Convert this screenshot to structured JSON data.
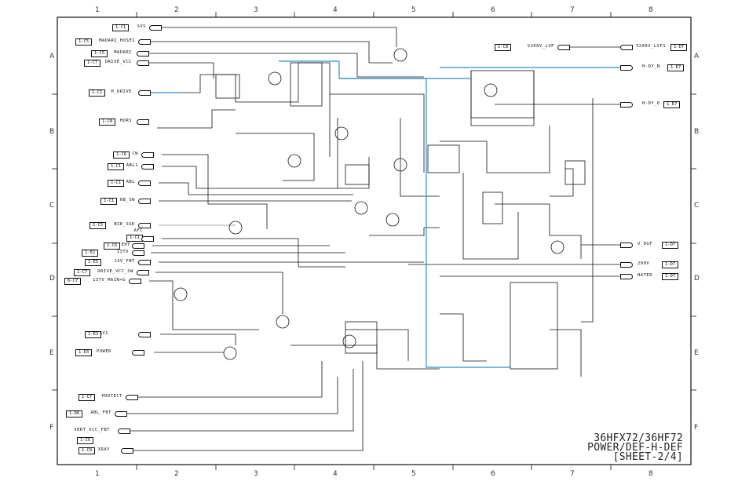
{
  "sheet": {
    "columns": [
      "1",
      "2",
      "3",
      "4",
      "5",
      "6",
      "7",
      "8"
    ],
    "rows": [
      "A",
      "B",
      "C",
      "D",
      "E",
      "F"
    ],
    "title_line1": "36HFX72/36HF72",
    "title_line2": "POWER/DEF-H-DEF",
    "title_line3": "[SHEET-2/4]"
  },
  "left_connectors": [
    {
      "ref": "1-C1",
      "label": "SVS"
    },
    {
      "ref": "1-C5",
      "label": "MADARI_HOSEI"
    },
    {
      "ref": "1-C5",
      "label": "MADARI"
    },
    {
      "ref": "1-C7",
      "label": "DRIVE_VCC"
    },
    {
      "ref": "1-C1",
      "label": "H_DRIVE"
    },
    {
      "ref": "1-C8",
      "label": "HORS"
    },
    {
      "ref": "1-C6",
      "label": "CW"
    },
    {
      "ref": "1-C1",
      "label": "ABL1"
    },
    {
      "ref": "1-C1",
      "label": "ABL"
    },
    {
      "ref": "1-C1",
      "label": "HB_SW"
    },
    {
      "ref": "1-C5",
      "label": "BIK_SSK"
    },
    {
      "ref": "1-C1",
      "label": "AFC"
    },
    {
      "ref": "1-C6",
      "label": "EHT"
    },
    {
      "ref": "1-E2",
      "label": "13TV"
    },
    {
      "ref": "1-E5",
      "label": "13V_FBT"
    },
    {
      "ref": "1-C7",
      "label": "DRIVE_VCC_SW"
    },
    {
      "ref": "6-C7",
      "label": "13TV_MAIN+G"
    },
    {
      "ref": "1-E3",
      "label": "SV1"
    },
    {
      "ref": "1-D3",
      "label": "POWER"
    },
    {
      "ref": "1-C7",
      "label": "PROTECT"
    },
    {
      "ref": "1-D6",
      "label": "ABL_FBT"
    },
    {
      "ref": "1-C6",
      "label": "VERT_VCC_FBT"
    },
    {
      "ref": "1-C8",
      "label": "XRAY"
    }
  ],
  "right_connectors": [
    {
      "ref": "1-C8",
      "label": "V200V_LVP"
    },
    {
      "ref": "1-D7",
      "label": "V200V_LVP1"
    },
    {
      "ref": "1-E7",
      "label": "H-DY_N"
    },
    {
      "ref": "1-E7",
      "label": "H-DY_D"
    },
    {
      "ref": "1-D7",
      "label": "V_DGF"
    },
    {
      "ref": "1-D7",
      "label": "200V"
    },
    {
      "ref": "1-D7",
      "label": "HATER"
    }
  ],
  "colors": {
    "wire": "#111111",
    "highlight": "#2a8fc8",
    "marker": "#c03030"
  }
}
